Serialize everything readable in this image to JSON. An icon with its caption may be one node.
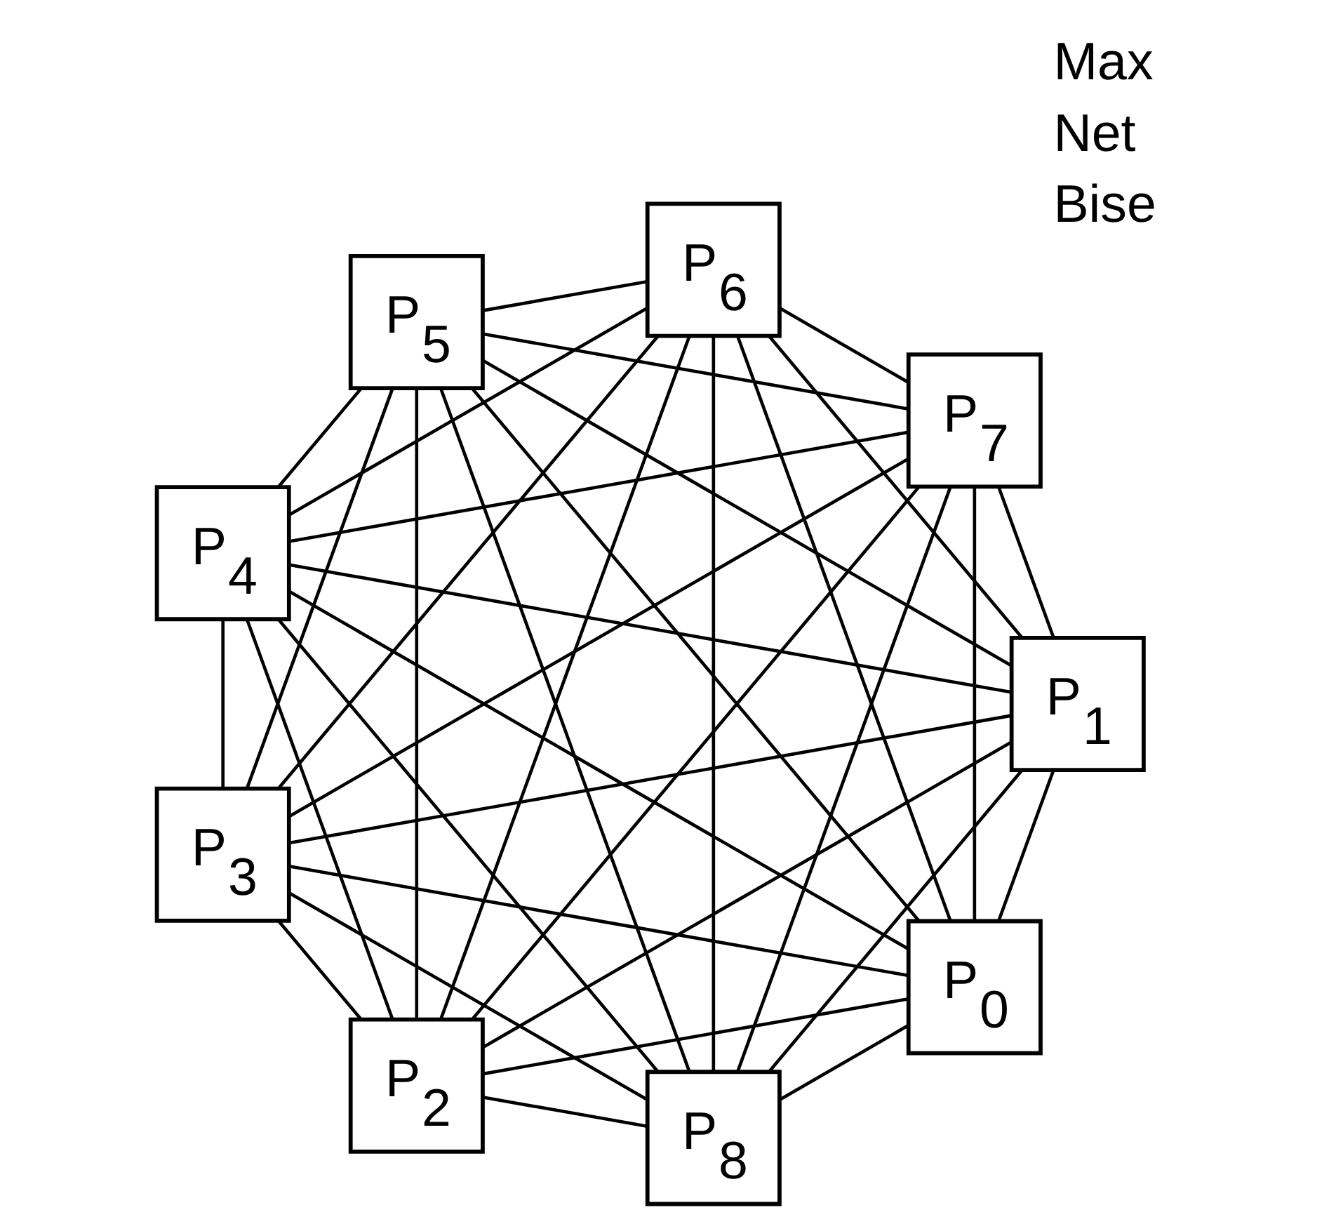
{
  "diagram": {
    "nodes": [
      {
        "text": [
          "P$_{0}$"
        ]
      },
      {
        "text": [
          "P$_{1}$"
        ]
      },
      {
        "text": [
          "P$_{2}$"
        ]
      },
      {
        "text": [
          "P$_{3}$"
        ]
      },
      {
        "text": [
          "P$_{4}$"
        ]
      },
      {
        "text": [
          "P$_{5}$"
        ]
      },
      {
        "text": [
          "P$_{6}$"
        ]
      },
      {
        "text": [
          "P$_{7}$"
        ]
      },
      {
        "text": [
          "P$_{8}$"
        ]
      }
    ],
    "edges": [
      {
        "from": 0,
        "to": 1,
        "arrow": "none"
      },
      {
        "from": 0,
        "to": 2,
        "arrow": "none"
      },
      {
        "from": 0,
        "to": 3,
        "arrow": "none"
      },
      {
        "from": 0,
        "to": 4,
        "arrow": "none"
      },
      {
        "from": 0,
        "to": 5,
        "arrow": "none"
      },
      {
        "from": 0,
        "to": 6,
        "arrow": "none"
      },
      {
        "from": 0,
        "to": 7,
        "arrow": "none"
      },
      {
        "from": 0,
        "to": 8,
        "arrow": "none"
      },
      {
        "from": 1,
        "to": 2,
        "arrow": "none"
      },
      {
        "from": 1,
        "to": 3,
        "arrow": "none"
      },
      {
        "from": 1,
        "to": 4,
        "arrow": "none"
      },
      {
        "from": 1,
        "to": 5,
        "arrow": "none"
      },
      {
        "from": 1,
        "to": 6,
        "arrow": "none"
      },
      {
        "from": 1,
        "to": 7,
        "arrow": "none"
      },
      {
        "from": 1,
        "to": 8,
        "arrow": "none"
      },
      {
        "from": 2,
        "to": 3,
        "arrow": "none"
      },
      {
        "from": 2,
        "to": 4,
        "arrow": "none"
      },
      {
        "from": 2,
        "to": 5,
        "arrow": "none"
      },
      {
        "from": 2,
        "to": 6,
        "arrow": "none"
      },
      {
        "from": 2,
        "to": 7,
        "arrow": "none"
      },
      {
        "from": 2,
        "to": 8,
        "arrow": "none"
      },
      {
        "from": 3,
        "to": 4,
        "arrow": "none"
      },
      {
        "from": 3,
        "to": 5,
        "arrow": "none"
      },
      {
        "from": 3,
        "to": 6,
        "arrow": "none"
      },
      {
        "from": 3,
        "to": 7,
        "arrow": "none"
      },
      {
        "from": 3,
        "to": 8,
        "arrow": "none"
      },
      {
        "from": 4,
        "to": 5,
        "arrow": "none"
      },
      {
        "from": 4,
        "to": 6,
        "arrow": "none"
      },
      {
        "from": 4,
        "to": 7,
        "arrow": "none"
      },
      {
        "from": 4,
        "to": 8,
        "arrow": "none"
      },
      {
        "from": 5,
        "to": 6,
        "arrow": "none"
      },
      {
        "from": 5,
        "to": 7,
        "arrow": "none"
      },
      {
        "from": 5,
        "to": 8,
        "arrow": "none"
      },
      {
        "from": 6,
        "to": 7,
        "arrow": "none"
      },
      {
        "from": 6,
        "to": 8,
        "arrow": "none"
      },
      {
        "from": 7,
        "to": 8,
        "arrow": "none"
      }
    ],
    "labels": [
      "Max",
      "Net",
      "Bise"
    ]
  }
}
